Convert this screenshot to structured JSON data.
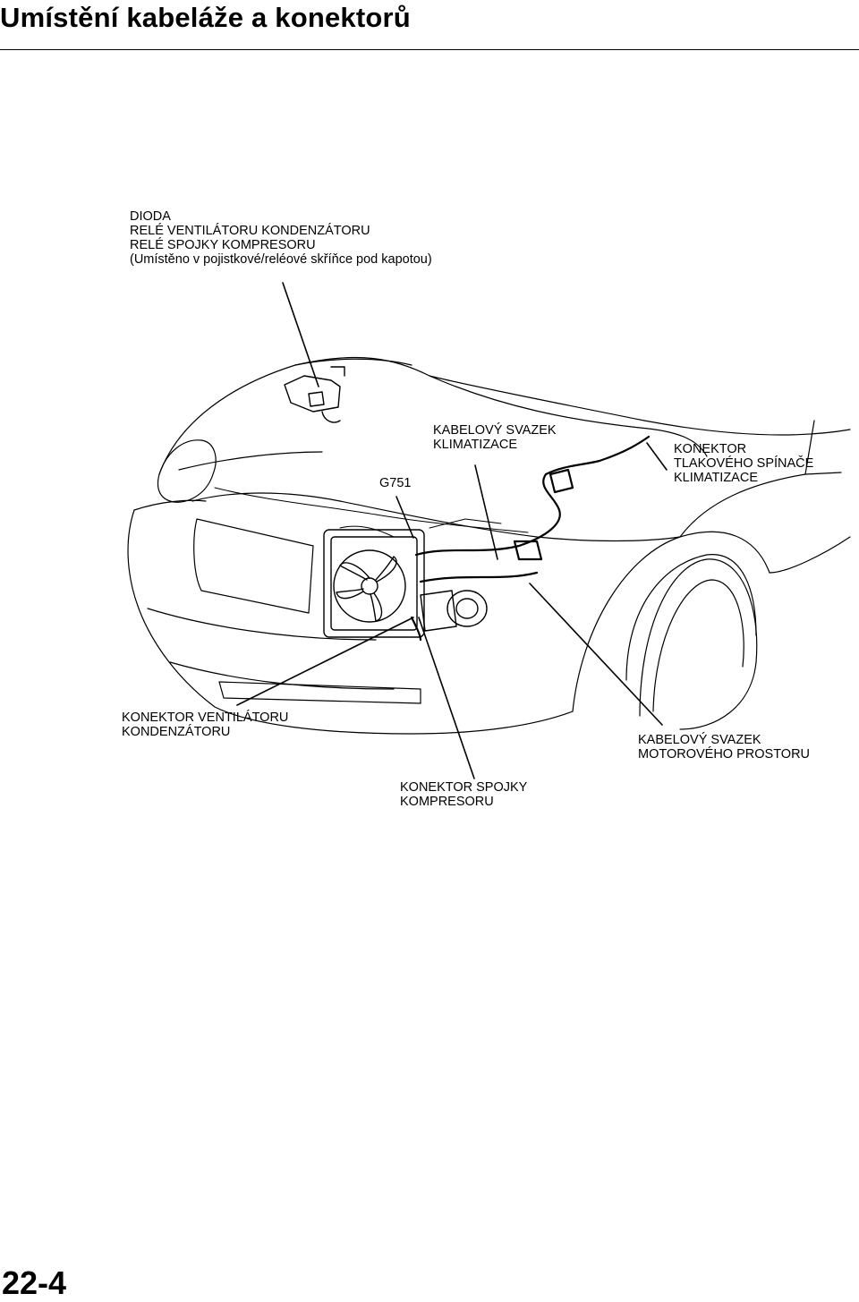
{
  "title": "Umístění kabeláže a konektorů",
  "page_number": "22-4",
  "labels": {
    "relay_box": {
      "lines": [
        "DIODA",
        "RELÉ VENTILÁTORU KONDENZÁTORU",
        "RELÉ SPOJKY KOMPRESORU",
        "(Umístěno v pojistkové/reléové skříňce pod kapotou)"
      ]
    },
    "ground": {
      "text": "G751"
    },
    "ac_harness": {
      "lines": [
        "KABELOVÝ SVAZEK",
        "KLIMATIZACE"
      ]
    },
    "pressure_switch": {
      "lines": [
        "KONEKTOR",
        "TLAKOVÉHO SPÍNAČE",
        "KLIMATIZACE"
      ]
    },
    "fan_connector": {
      "lines": [
        "KONEKTOR VENTILÁTORU",
        "KONDENZÁTORU"
      ]
    },
    "engine_harness": {
      "lines": [
        "KABELOVÝ SVAZEK",
        "MOTOROVÉHO PROSTORU"
      ]
    },
    "clutch_connector": {
      "lines": [
        "KONEKTOR SPOJKY",
        "KOMPRESORU"
      ]
    }
  }
}
